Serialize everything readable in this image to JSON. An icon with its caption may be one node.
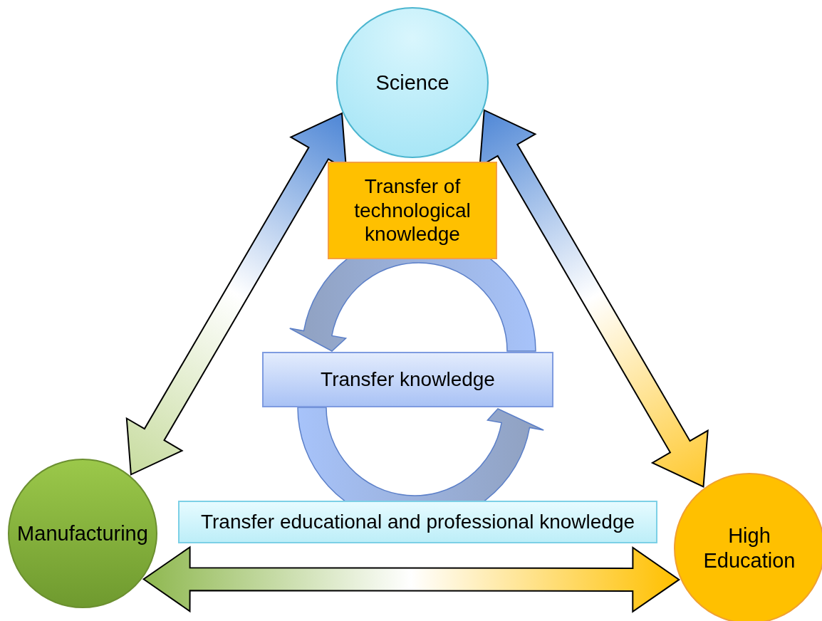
{
  "diagram": {
    "nodes": [
      {
        "text": [
          "Science"
        ]
      },
      {
        "text": [
          "Manufacturing"
        ]
      },
      {
        "text": [
          "High Education"
        ]
      },
      {
        "text": [
          "Transfer of technological knowledge"
        ]
      },
      {
        "text": [
          "Transfer knowledge"
        ]
      },
      {
        "text": [
          "Transfer educational and professional knowledge"
        ]
      }
    ],
    "edges": [
      {
        "from": 0,
        "to": 1,
        "arrow": "both"
      },
      {
        "from": 0,
        "to": 2,
        "arrow": "both"
      },
      {
        "from": 1,
        "to": 2,
        "arrow": "both"
      }
    ]
  }
}
